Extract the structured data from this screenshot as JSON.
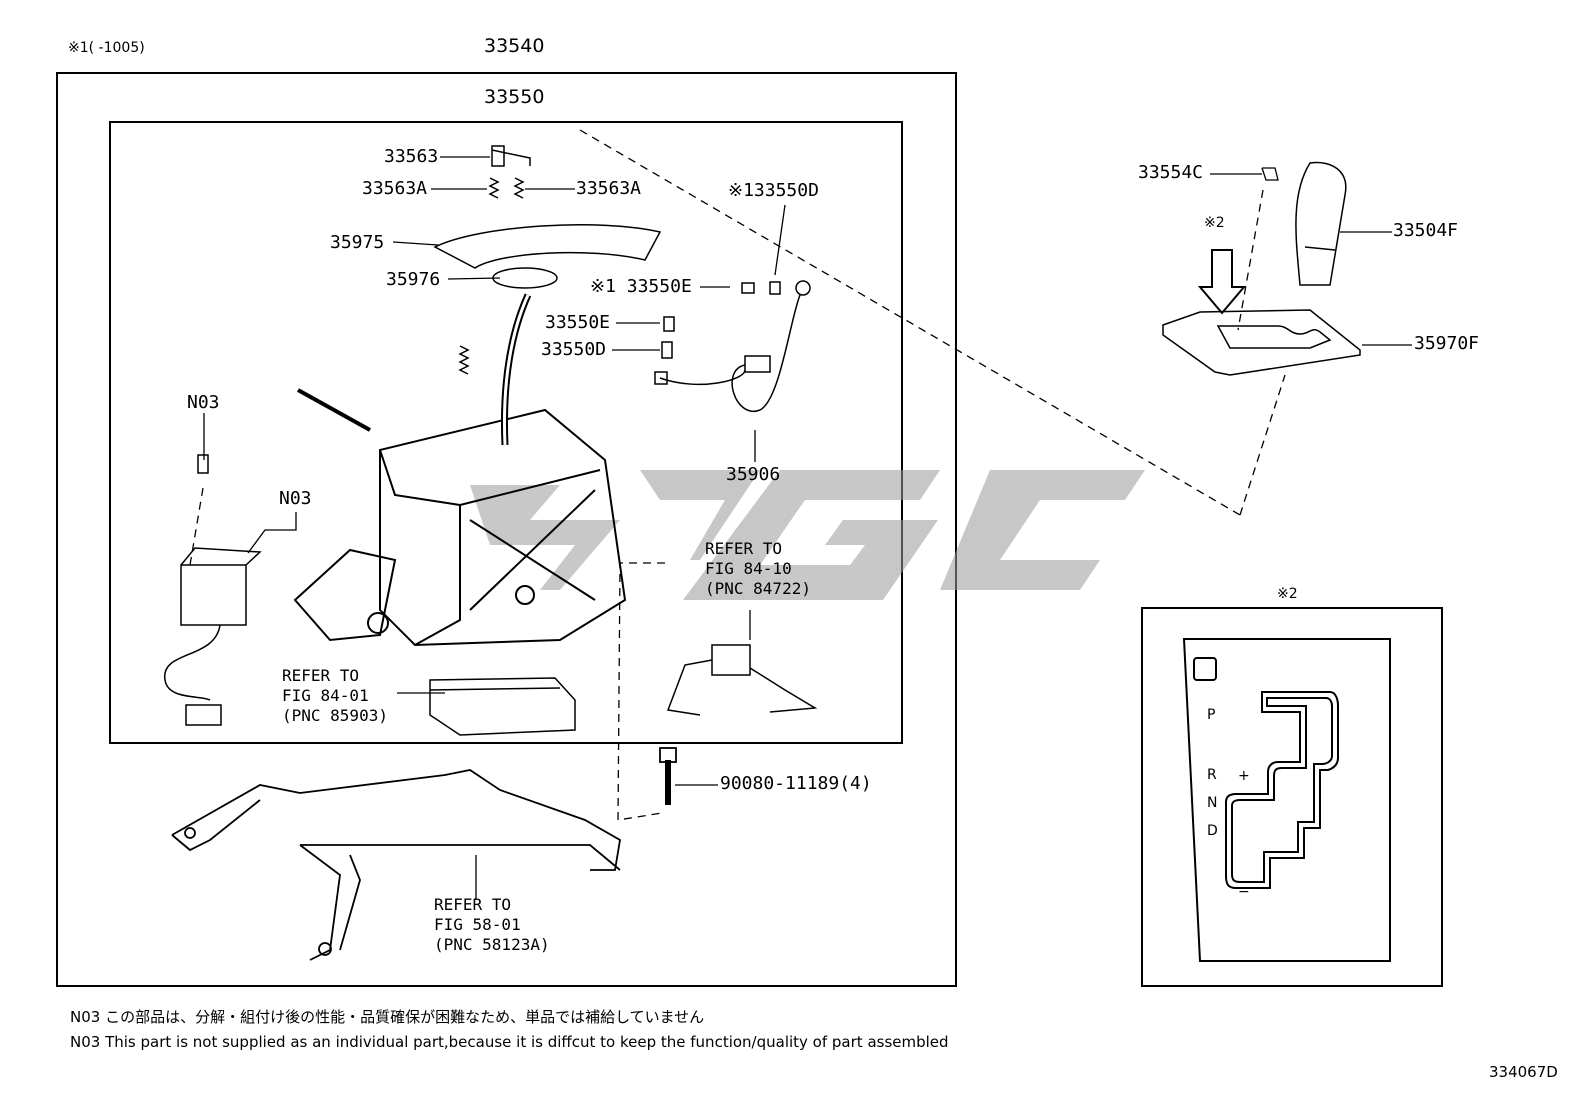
{
  "header": {
    "footnote_range": "※1(      -1005)",
    "assembly": "33540",
    "sub_assembly": "33550"
  },
  "parts": {
    "p33563": "33563",
    "p33563A_left": "33563A",
    "p33563A_right": "33563A",
    "p35975": "35975",
    "p35976": "35976",
    "p33550D_top": "※133550D",
    "p33550E_top": "※1 33550E",
    "p33550E": "33550E",
    "p33550D": "33550D",
    "p35906": "35906",
    "n03_top": "N03",
    "n03_mid": "N03",
    "p33554C": "33554C",
    "p33504F": "33504F",
    "p35970F": "35970F",
    "bolt": "90080-11189(4)"
  },
  "refs": {
    "fig84_10": "REFER TO\nFIG 84-10\n(PNC 84722)",
    "fig84_01": "REFER TO\nFIG 84-01\n(PNC 85903)",
    "fig58_01": "REFER TO\nFIG 58-01\n(PNC 58123A)"
  },
  "detail": {
    "marker_top": "※2",
    "marker_panel": "※2",
    "gate_labels": {
      "p": "P",
      "r": "R",
      "n": "N",
      "d": "D",
      "plus": "+",
      "minus": "−"
    }
  },
  "notes": {
    "jp": "N03 この部品は、分解・組付け後の性能・品質確保が困難なため、単品では補給していません",
    "en": "N03 This part is not supplied as an  individual part,because it is diffcut to keep the function/quality of part assembled"
  },
  "diagram_id": "334067D"
}
